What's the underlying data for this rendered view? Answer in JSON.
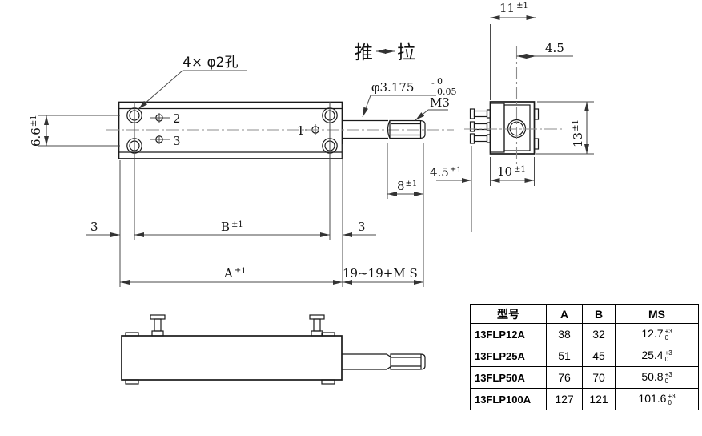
{
  "drawing": {
    "hole_note": "4× φ2孔",
    "push": "推",
    "pull": "拉",
    "thread_label": "M3",
    "shaft_dia": {
      "value": "φ3.175",
      "minus": "-",
      "upper": "0",
      "lower": "0.05"
    },
    "point_labels": {
      "p1": "1",
      "p2": "2",
      "p3": "3"
    },
    "dims": {
      "d66": {
        "v": "6.6",
        "tol": "±1"
      },
      "d11": {
        "v": "11",
        "tol": "±1"
      },
      "d45_top": "4.5",
      "d13": {
        "v": "13",
        "tol": "±1"
      },
      "d10": {
        "v": "10",
        "tol": "±1"
      },
      "d45_pin": {
        "v": "4.5",
        "tol": "±1"
      },
      "d8": {
        "v": "8",
        "tol": "±1"
      },
      "d3_left": "3",
      "d3_right": "3",
      "dB": {
        "v": "B",
        "tol": "±1"
      },
      "dA": {
        "v": "A",
        "tol": "±1"
      },
      "d19": "19~19+M S"
    }
  },
  "table": {
    "headers": [
      "型号",
      "A",
      "B",
      "MS"
    ],
    "rows": [
      {
        "model": "13FLP12A",
        "a": "38",
        "b": "32",
        "ms": "12.7",
        "ms_sup": "+3",
        "ms_sub": "0"
      },
      {
        "model": "13FLP25A",
        "a": "51",
        "b": "45",
        "ms": "25.4",
        "ms_sup": "+3",
        "ms_sub": "0"
      },
      {
        "model": "13FLP50A",
        "a": "76",
        "b": "70",
        "ms": "50.8",
        "ms_sup": "+3",
        "ms_sub": "0"
      },
      {
        "model": "13FLP100A",
        "a": "127",
        "b": "121",
        "ms": "101.6",
        "ms_sup": "+3",
        "ms_sub": "0"
      }
    ]
  },
  "colors": {
    "line": "#1a1a1a",
    "dim_line": "#4a4a4a",
    "centerline": "#8c8c8c",
    "background": "#ffffff"
  }
}
